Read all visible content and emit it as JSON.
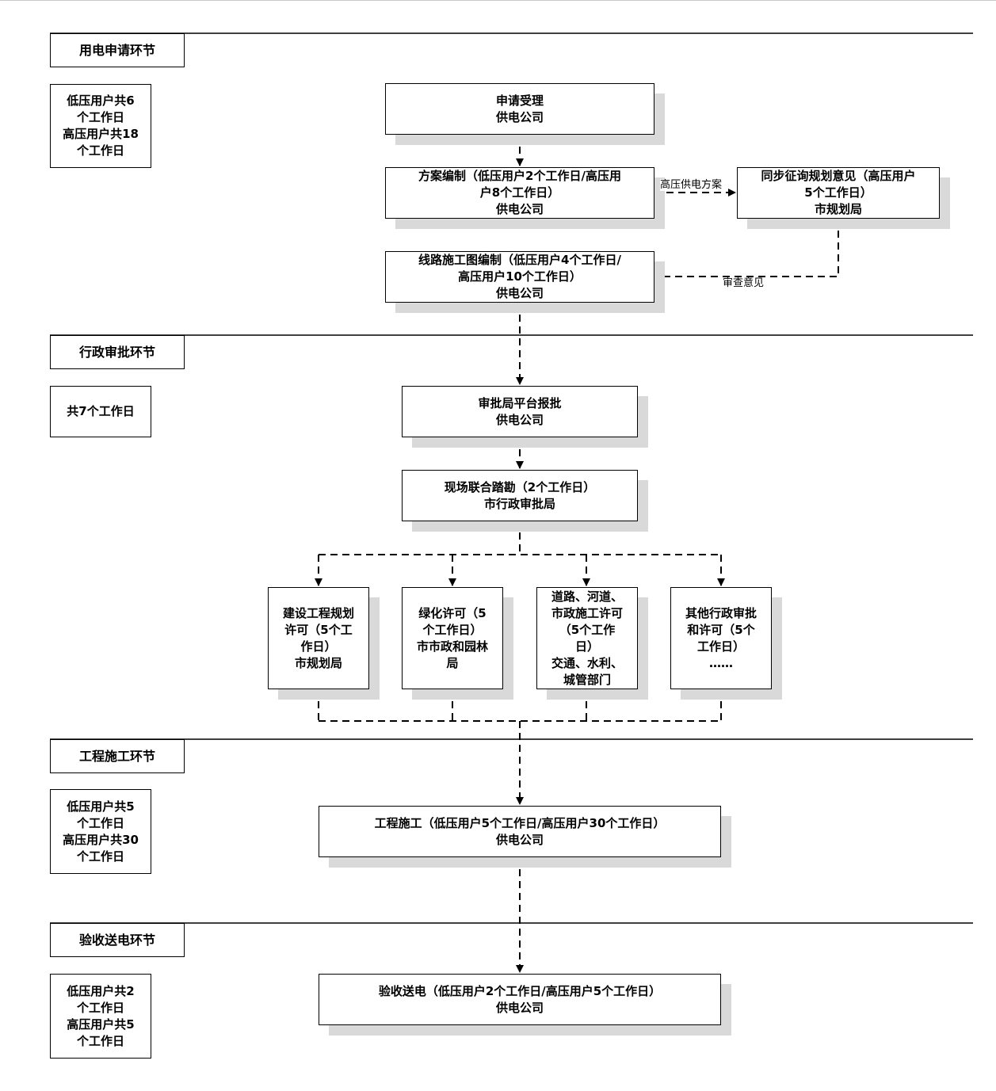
{
  "phases": {
    "apply": {
      "title": "用电申请环节",
      "duration": [
        "低压用户共6",
        "个工作日",
        "高压用户共18",
        "个工作日"
      ]
    },
    "admin": {
      "title": "行政审批环节",
      "duration": [
        "共7个工作日"
      ]
    },
    "build": {
      "title": "工程施工环节",
      "duration": [
        "低压用户共5",
        "个工作日",
        "高压用户共30",
        "个工作日"
      ]
    },
    "delivery": {
      "title": "验收送电环节",
      "duration": [
        "低压用户共2",
        "个工作日",
        "高压用户共5",
        "个工作日"
      ]
    }
  },
  "steps": {
    "accept": [
      "申请受理",
      "供电公司"
    ],
    "scheme": [
      "方案编制（低压用户2个工作日/高压用",
      "户8个工作日）",
      "供电公司"
    ],
    "consult": [
      "同步征询规划意见（高压用户",
      "5个工作日）",
      "市规划局"
    ],
    "drawing": [
      "线路施工图编制（低压用户4个工作日/",
      "高压用户10个工作日）",
      "供电公司"
    ],
    "platform": [
      "审批局平台报批",
      "供电公司"
    ],
    "survey": [
      "现场联合踏勘（2个工作日）",
      "市行政审批局"
    ],
    "plan_permit": [
      "建设工程规划",
      "许可（5个工",
      "作日）",
      "市规划局"
    ],
    "green_permit": [
      "绿化许可（5",
      "个工作日）",
      "市市政和园林",
      "局"
    ],
    "road_permit": [
      "道路、河道、",
      "市政施工许可",
      "（5个工作",
      "日）",
      "交通、水利、",
      "城管部门"
    ],
    "other_permit": [
      "其他行政审批",
      "和许可（5个",
      "工作日）",
      "……"
    ],
    "construction": [
      "工程施工（低压用户5个工作日/高压用户30个工作日）",
      "供电公司"
    ],
    "acceptance": [
      "验收送电（低压用户2个工作日/高压用户5个工作日）",
      "供电公司"
    ]
  },
  "edge_labels": {
    "hv_scheme": "高压供电方案",
    "review": "审查意见"
  }
}
